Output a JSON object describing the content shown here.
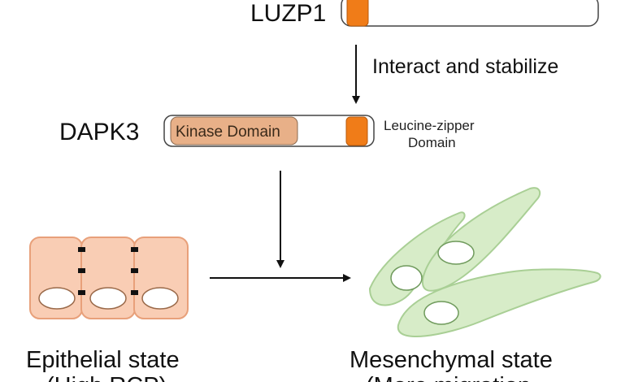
{
  "proteins": {
    "luzp1": {
      "label": "LUZP1"
    },
    "dapk3": {
      "label": "DAPK3",
      "kinase_domain_label": "Kinase Domain",
      "leucine_zipper_label_line1": "Leucine-zipper",
      "leucine_zipper_label_line2": "Domain"
    }
  },
  "interaction": {
    "label": "Interact and stabilize"
  },
  "states": {
    "epithelial": {
      "label": "Epithelial state",
      "sub_label": "(High RCP)"
    },
    "mesenchymal": {
      "label": "Mesenchymal state",
      "sub_label": "(More migration"
    }
  },
  "colors": {
    "leucine_zipper": "#f07c18",
    "kinase_domain": "#e8b088",
    "epithelial_cell_fill": "#f9cdb4",
    "epithelial_cell_stroke": "#e8a07a",
    "mesenchymal_cell_fill": "#d7ecc8",
    "mesenchymal_cell_stroke": "#a9cf95",
    "arrow": "#111111"
  }
}
